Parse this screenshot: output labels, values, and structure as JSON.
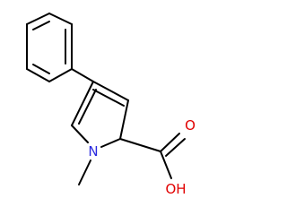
{
  "diagram": {
    "type": "chemical-structure",
    "background": "#ffffff",
    "bond_color": "#000000",
    "atoms": {
      "n1": {
        "label": "N",
        "color": "#2a2adf"
      },
      "o_carbonyl": {
        "label": "O",
        "color": "#e10000"
      },
      "o_hydroxyl": {
        "label": "OH",
        "color": "#e10000"
      }
    }
  }
}
